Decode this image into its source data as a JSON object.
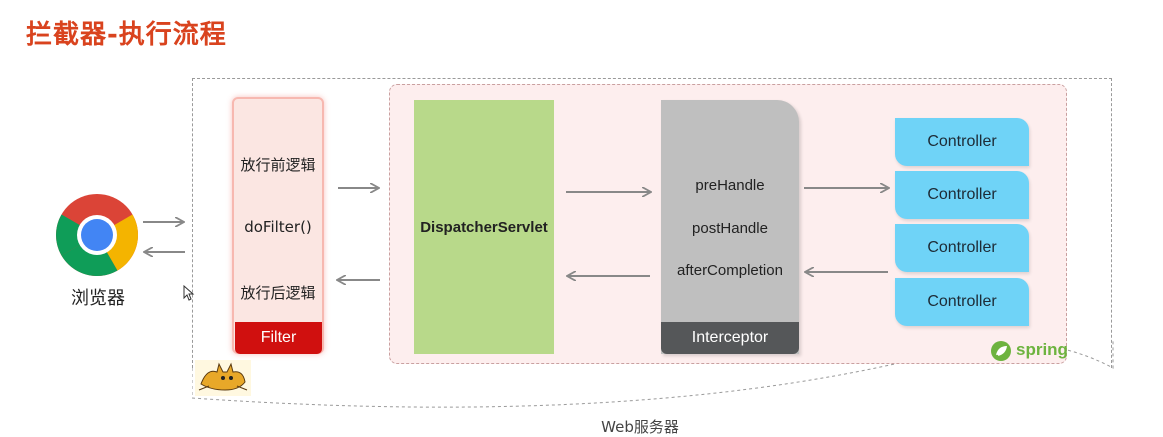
{
  "title": "拦截器-执行流程",
  "browser": {
    "label": "浏览器",
    "icon": "chrome-icon"
  },
  "filter": {
    "lines": [
      "放行前逻辑",
      "doFilter()",
      "放行后逻辑"
    ],
    "label": "Filter"
  },
  "dispatcher": {
    "label": "DispatcherServlet"
  },
  "interceptor": {
    "lines": [
      "preHandle",
      "postHandle",
      "afterCompletion"
    ],
    "label": "Interceptor"
  },
  "controllers": [
    "Controller",
    "Controller",
    "Controller",
    "Controller"
  ],
  "spring": {
    "label": "spring",
    "icon": "spring-leaf-icon"
  },
  "server": {
    "label": "Web服务器",
    "icon": "tomcat-icon"
  },
  "colors": {
    "title": "#d9431e",
    "filter_label": "#d0100f",
    "dispatcher": "#b8d98a",
    "interceptor": "#bfbfbf",
    "controller": "#6fd3f7",
    "spring_green": "#6db33f"
  }
}
